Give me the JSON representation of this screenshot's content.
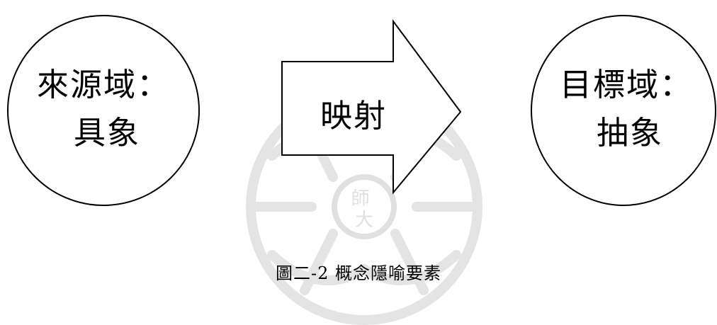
{
  "diagram": {
    "source": {
      "line1": "來源域：",
      "line2": "具象"
    },
    "arrow": {
      "label": "映射"
    },
    "target": {
      "line1": "目標域：",
      "line2": "抽象"
    },
    "caption": "圖二-2 概念隱喻要素",
    "watermark": {
      "seal_text": "師大"
    }
  },
  "colors": {
    "stroke": "#000000",
    "watermark": "#e6e6e6",
    "background": "#ffffff"
  }
}
